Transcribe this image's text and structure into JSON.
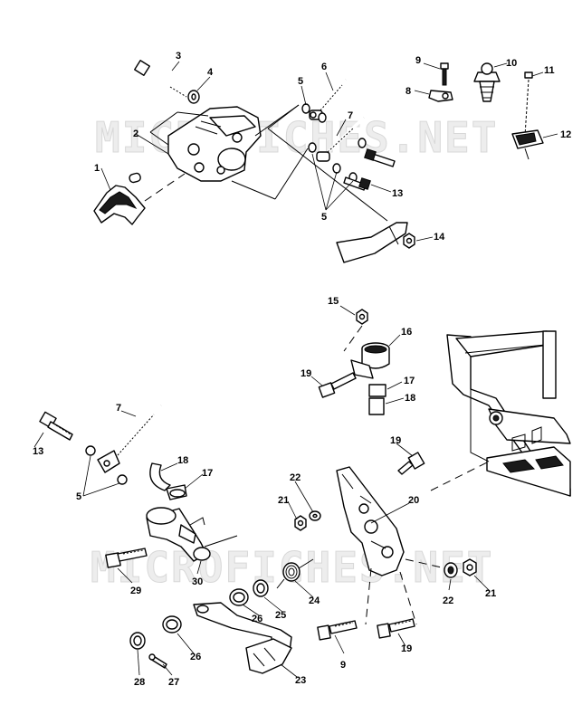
{
  "watermark": "MICROFICHES.NET",
  "callouts": {
    "c1": "1",
    "c2": "2",
    "c3": "3",
    "c4": "4",
    "c5a": "5",
    "c5b": "5",
    "c6": "6",
    "c7a": "7",
    "c8": "8",
    "c9a": "9",
    "c10": "10",
    "c11": "11",
    "c12": "12",
    "c13a": "13",
    "c14": "14",
    "c15": "15",
    "c16": "16",
    "c17a": "17",
    "c18a": "18",
    "c19a": "19",
    "c7b": "7",
    "c13b": "13",
    "c5c": "5",
    "c18b": "18",
    "c17b": "17",
    "c19b": "19",
    "c22a": "22",
    "c21a": "21",
    "c20": "20",
    "c29": "29",
    "c30": "30",
    "c24": "24",
    "c22b": "22",
    "c21b": "21",
    "c26a": "26",
    "c25": "25",
    "c26b": "26",
    "c28": "28",
    "c27": "27",
    "c23": "23",
    "c9b": "9",
    "c19c": "19"
  }
}
